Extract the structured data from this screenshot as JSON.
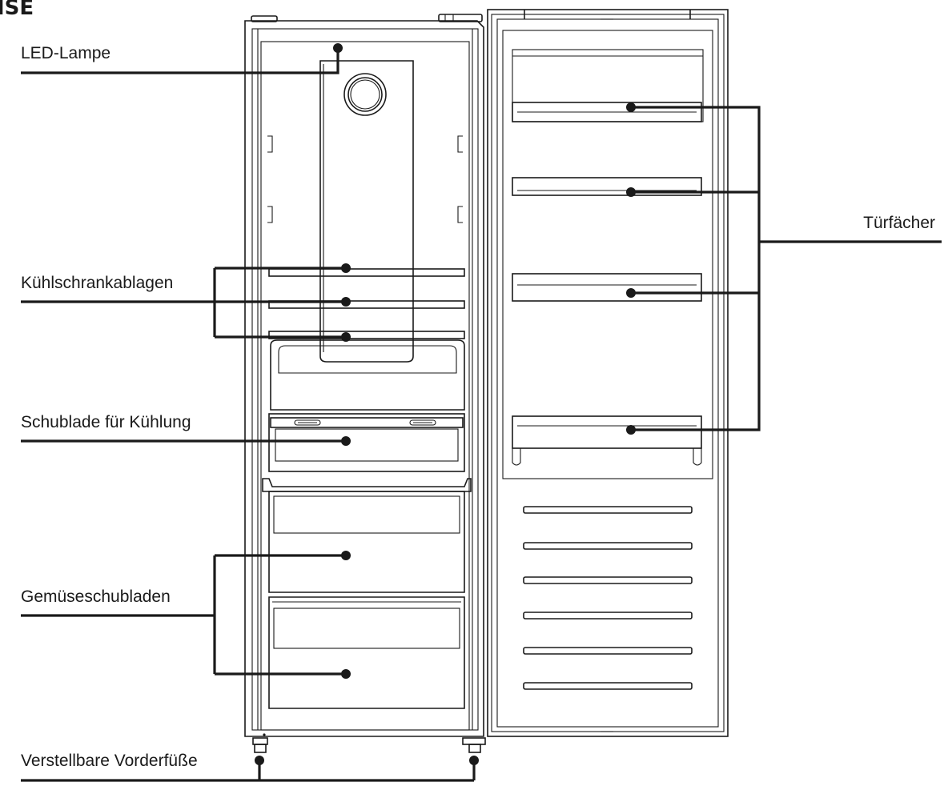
{
  "header_fragment": "ISE",
  "labels": {
    "led_lamp": "LED-Lampe",
    "fridge_shelves": "Kühlschrankablagen",
    "chiller_drawer": "Schublade für Kühlung",
    "crisper_drawers": "Gemüseschubladen",
    "front_feet": "Verstellbare Vorderfüße",
    "door_racks": "Türfächer"
  }
}
